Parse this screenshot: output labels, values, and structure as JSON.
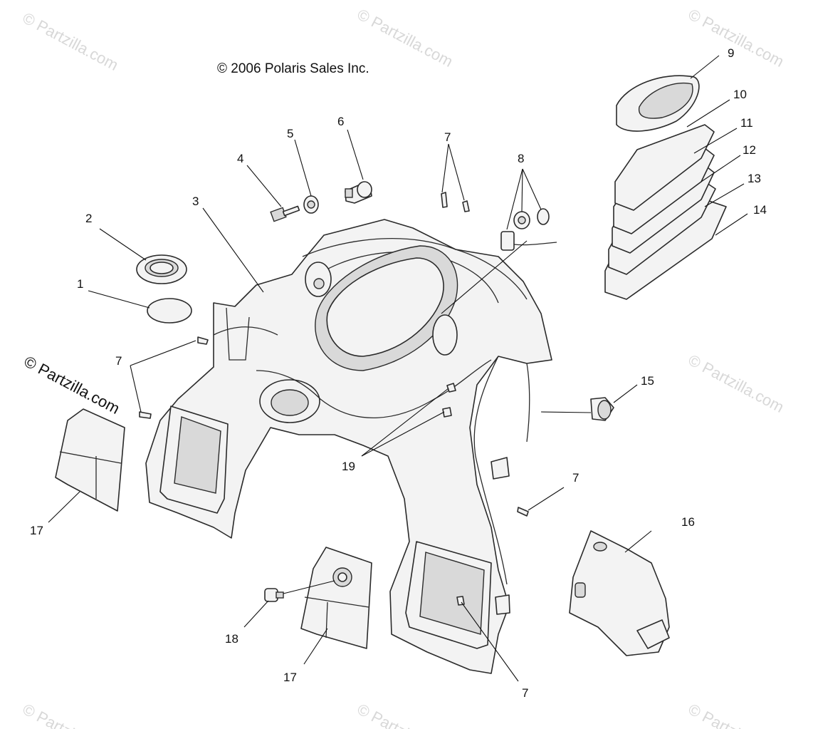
{
  "copyright": "© 2006 Polaris Sales Inc.",
  "watermark": "© Partzilla.com",
  "callouts": {
    "c1": "1",
    "c2": "2",
    "c3": "3",
    "c4": "4",
    "c5": "5",
    "c6": "6",
    "c7a": "7",
    "c7b": "7",
    "c7c": "7",
    "c7d": "7",
    "c8": "8",
    "c9": "9",
    "c10": "10",
    "c11": "11",
    "c12": "12",
    "c13": "13",
    "c14": "14",
    "c15": "15",
    "c16": "16",
    "c17a": "17",
    "c17b": "17",
    "c18": "18",
    "c19": "19"
  }
}
